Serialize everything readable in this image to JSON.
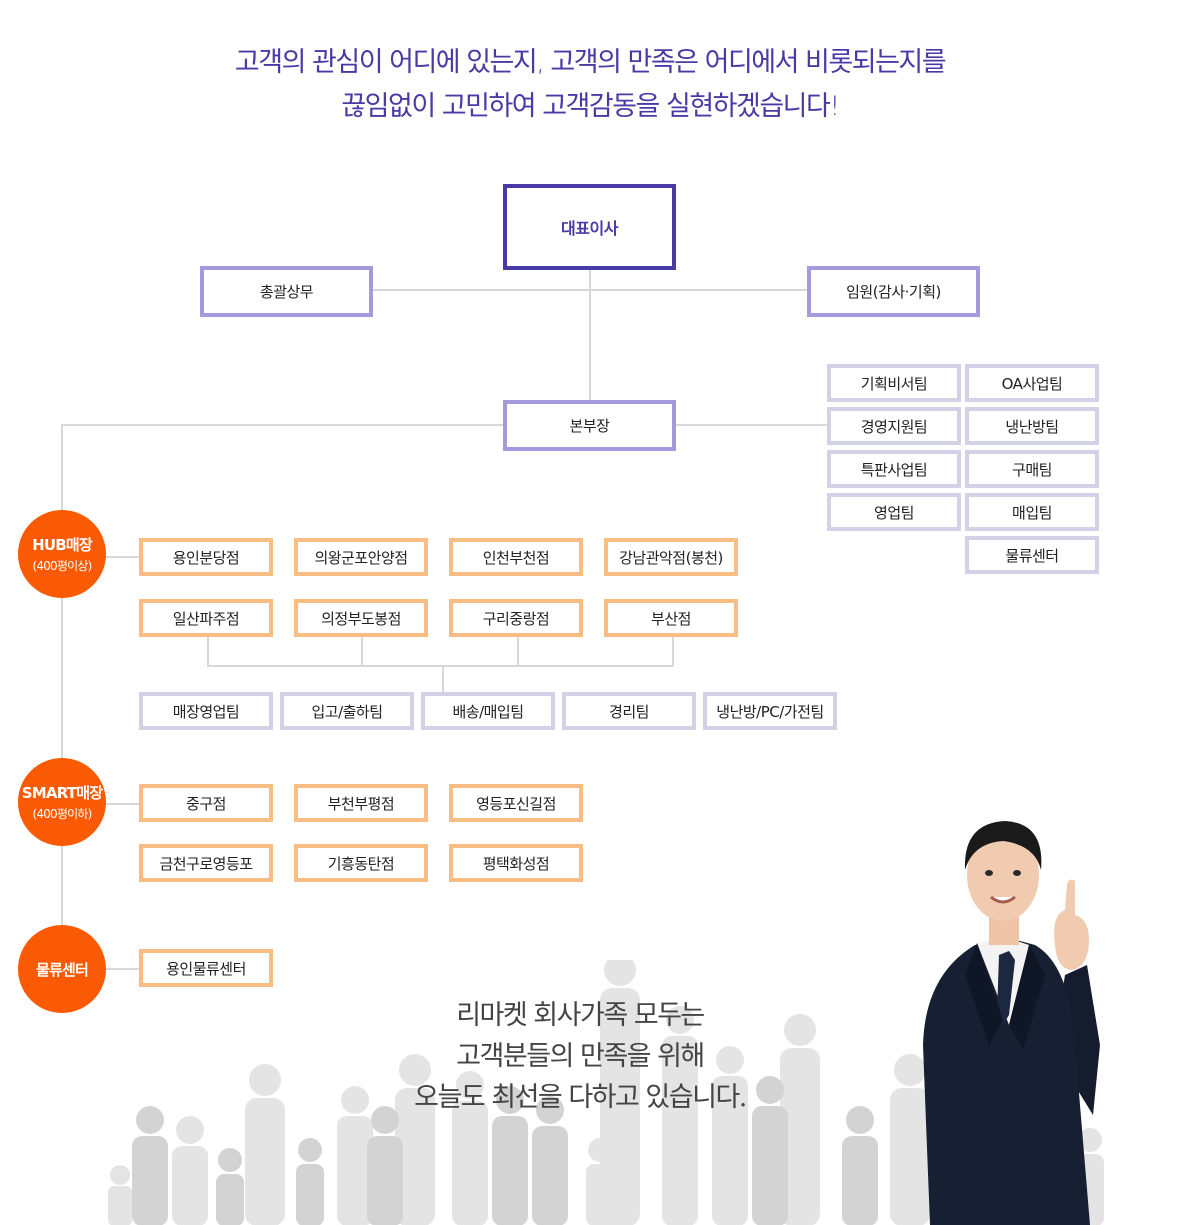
{
  "headline": {
    "line1": "고객의 관심이 어디에 있는지, 고객의 만족은 어디에서 비롯되는지를",
    "line2": "끊임없이 고민하여 고객감동을 실현하겠습니다!"
  },
  "org": {
    "ceo": "대표이사",
    "general_director": "총괄상무",
    "executives": "임원(감사·기획)",
    "headquarters": "본부장",
    "hq_teams": [
      "기획비서팀",
      "경영지원팀",
      "특판사업팀",
      "영업팀",
      "OA사업팀",
      "냉난방팀",
      "구매팀",
      "매입팀",
      "물류센터"
    ],
    "hub": {
      "label": "HUB매장",
      "sub": "(400평이상)",
      "stores": [
        "용인분당점",
        "의왕군포안양점",
        "인천부천점",
        "강남관악점(봉천)",
        "일산파주점",
        "의정부도봉점",
        "구리중랑점",
        "부산점"
      ],
      "teams": [
        "매장영업팀",
        "입고/출하팀",
        "배송/매입팀",
        "경리팀",
        "냉난방/PC/가전팀"
      ]
    },
    "smart": {
      "label": "SMART매장",
      "sub": "(400평이하)",
      "stores": [
        "중구점",
        "부천부평점",
        "영등포신길점",
        "금천구로영등포",
        "기흥동탄점",
        "평택화성점"
      ]
    },
    "logistics": {
      "label": "물류센터",
      "centers": [
        "용인물류센터"
      ]
    }
  },
  "slogan": {
    "line1": "리마켓 회사가족 모두는",
    "line2": "고객분들의 만족을 위해",
    "line3": "오늘도 최선을 다하고 있습니다."
  },
  "colors": {
    "ceo_border": "#4a3aa6",
    "exec_border": "#a39bdc",
    "team_border": "#d2d1e6",
    "store_border": "#f7bd82",
    "circle_fill": "#fb5a05",
    "headline_text": "#4a3aa6"
  }
}
